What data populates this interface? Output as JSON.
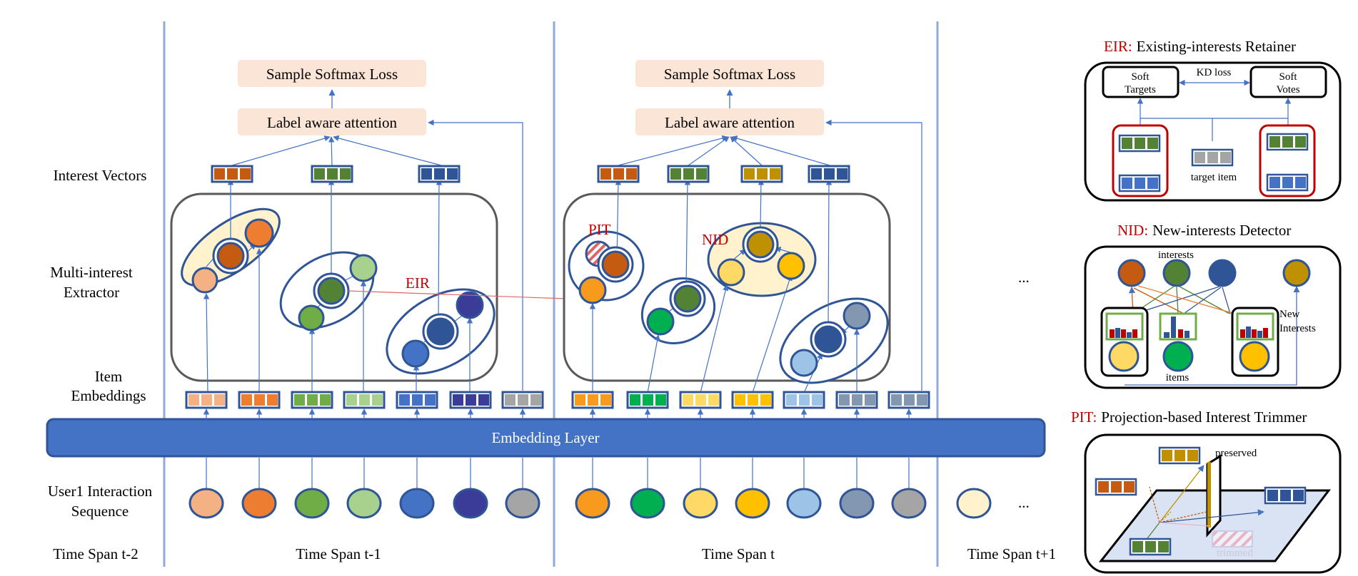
{
  "row_labels": {
    "interest_vectors": "Interest Vectors",
    "extractor_line1": "Multi-interest",
    "extractor_line2": "Extractor",
    "item_line1": "Item",
    "item_line2": "Embeddings",
    "sequence_line1": "User1 Interaction",
    "sequence_line2": "Sequence"
  },
  "spans": {
    "t_minus_2": "Time Span t-2",
    "t_minus_1": "Time Span t-1",
    "t": "Time Span t",
    "t_plus_1": "Time Span t+1"
  },
  "boxes": {
    "softmax": "Sample Softmax Loss",
    "attention": "Label aware attention",
    "embedding_layer": "Embedding Layer"
  },
  "markers": {
    "eir": "EIR",
    "pit": "PIT",
    "nid": "NID",
    "ellipsis": "..."
  },
  "legend": {
    "eir_abbr": "EIR:",
    "eir_title": "Existing-interests Retainer",
    "soft_targets_1": "Soft",
    "soft_targets_2": "Targets",
    "soft_votes_1": "Soft",
    "soft_votes_2": "Votes",
    "kd_loss": "KD loss",
    "target_item": "target item",
    "nid_abbr": "NID:",
    "nid_title": "New-interests Detector",
    "interests": "interests",
    "items": "items",
    "new_interests_1": "New",
    "new_interests_2": "Interests",
    "pit_abbr": "PIT:",
    "pit_title": "Projection-based Interest Trimmer",
    "preserved": "preserved",
    "trimmed": "trimmed"
  },
  "colors": {
    "accent_red": "#c00000",
    "border_blue": "#2f5597",
    "layer_blue": "#4472c4",
    "box_peach": "#fbe5d6",
    "cluster_cream": "#fff2cc",
    "divider": "#8faadc"
  }
}
